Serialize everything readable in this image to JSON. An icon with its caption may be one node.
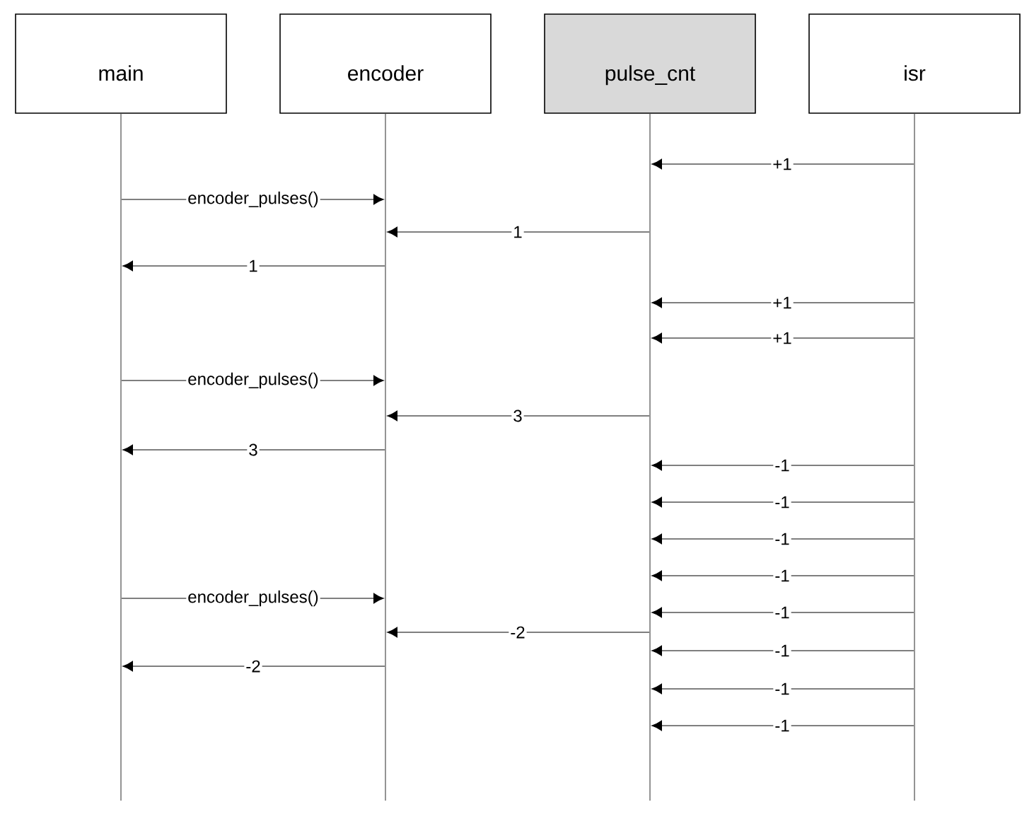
{
  "diagram": {
    "nodes": [
      {
        "text": [
          "main"
        ]
      },
      {
        "text": [
          "encoder"
        ]
      },
      {
        "text": [
          "pulse_cnt"
        ]
      },
      {
        "text": [
          "isr"
        ]
      },
      {
        "text": [],
        "shape": "line"
      },
      {
        "text": [],
        "shape": "line"
      },
      {
        "text": [],
        "shape": "line"
      },
      {
        "text": [],
        "shape": "line"
      }
    ],
    "edges": [
      {
        "from": 7,
        "to": 6,
        "arrow": "to",
        "label": "+1"
      },
      {
        "from": 4,
        "to": 5,
        "arrow": "to",
        "label": "encoder_pulses()"
      },
      {
        "from": 6,
        "to": 5,
        "arrow": "to",
        "label": "1"
      },
      {
        "from": 5,
        "to": 4,
        "arrow": "to",
        "label": "1"
      },
      {
        "from": 7,
        "to": 6,
        "arrow": "to",
        "label": "+1"
      },
      {
        "from": 7,
        "to": 6,
        "arrow": "to",
        "label": "+1"
      },
      {
        "from": 4,
        "to": 5,
        "arrow": "to",
        "label": "encoder_pulses()"
      },
      {
        "from": 6,
        "to": 5,
        "arrow": "to",
        "label": "3"
      },
      {
        "from": 5,
        "to": 4,
        "arrow": "to",
        "label": "3"
      },
      {
        "from": 7,
        "to": 6,
        "arrow": "to",
        "label": "-1"
      },
      {
        "from": 7,
        "to": 6,
        "arrow": "to",
        "label": "-1"
      },
      {
        "from": 7,
        "to": 6,
        "arrow": "to",
        "label": "-1"
      },
      {
        "from": 7,
        "to": 6,
        "arrow": "to",
        "label": "-1"
      },
      {
        "from": 4,
        "to": 5,
        "arrow": "to",
        "label": "encoder_pulses()"
      },
      {
        "from": 7,
        "to": 6,
        "arrow": "to",
        "label": "-1"
      },
      {
        "from": 6,
        "to": 5,
        "arrow": "to",
        "label": "-2"
      },
      {
        "from": 7,
        "to": 6,
        "arrow": "to",
        "label": "-1"
      },
      {
        "from": 5,
        "to": 4,
        "arrow": "to",
        "label": "-2"
      },
      {
        "from": 7,
        "to": 6,
        "arrow": "to",
        "label": "-1"
      },
      {
        "from": 7,
        "to": 6,
        "arrow": "to",
        "label": "-1"
      }
    ]
  }
}
